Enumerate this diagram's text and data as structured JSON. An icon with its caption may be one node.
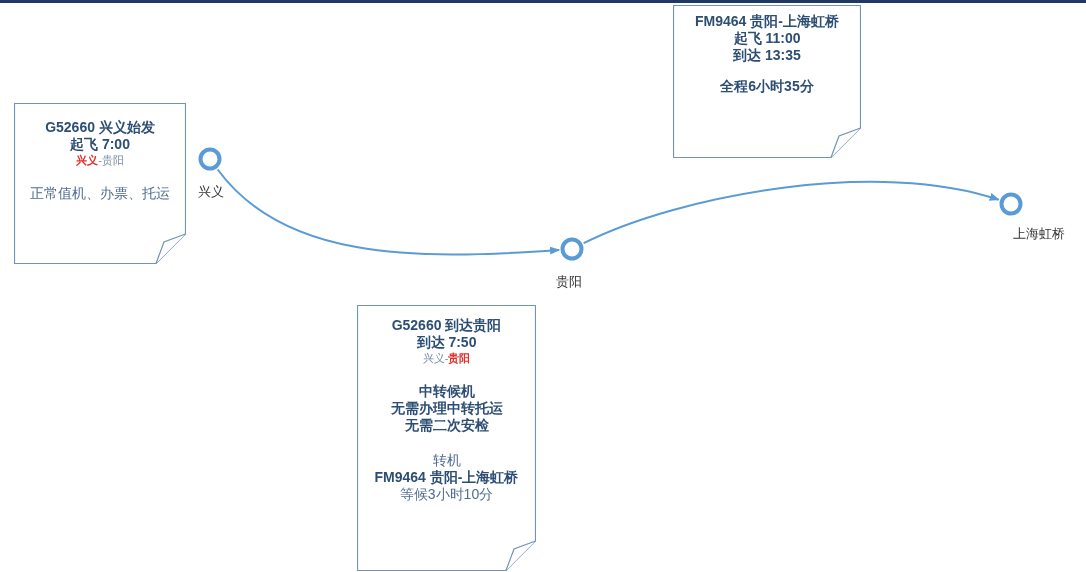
{
  "diagram": {
    "nodes": [
      {
        "text": [
          "FM9464 贵阳-上海虹桥",
          "起飞 11:00",
          "到达 13:35",
          "全程6小时35分"
        ]
      },
      {
        "text": [
          "G52660 兴义始发",
          "起飞 7:00",
          "**兴义**-贵阳",
          "正常值机、办票、托运"
        ]
      },
      {
        "text": [],
        "shape": "circle",
        "beside": [
          "兴义"
        ]
      },
      {
        "text": [],
        "shape": "circle",
        "beside": [
          "贵阳"
        ]
      },
      {
        "text": [],
        "shape": "circle",
        "beside": [
          "上海虹桥"
        ]
      },
      {
        "text": [
          "G52660 到达贵阳",
          "到达 7:50",
          "兴义-**贵阳**",
          "中转候机",
          "无需办理中转托运",
          "无需二次安检",
          "转机",
          "FM9464 贵阳-上海虹桥",
          "等候3小时10分"
        ]
      }
    ],
    "edges": [
      {
        "from": 2,
        "to": 3,
        "arrow": "to"
      },
      {
        "from": 3,
        "to": 4,
        "arrow": "to"
      }
    ]
  }
}
